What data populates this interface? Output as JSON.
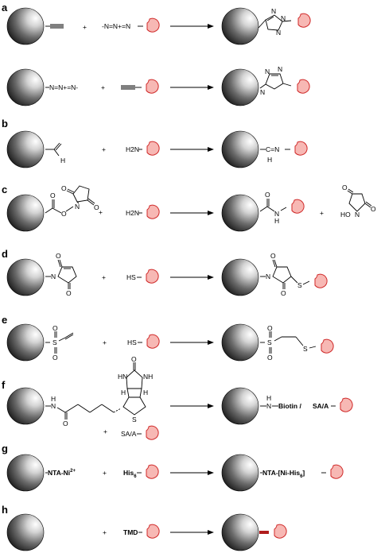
{
  "panels": [
    {
      "label": "a",
      "rows": [
        {
          "reagent": "",
          "plus": "+",
          "product": ""
        },
        {
          "reagent": "",
          "plus": "+",
          "product": ""
        }
      ],
      "azide_reagent": "-N=N+=N",
      "azide_bead": "N=N+=N-",
      "triazole_atoms": [
        "N",
        "N",
        "N"
      ]
    },
    {
      "label": "b",
      "plus": "+",
      "reagent": "H2N",
      "product_text": "C=N",
      "aldehyde_h": "H",
      "product_h": "H"
    },
    {
      "label": "c",
      "plus": "+",
      "reagent": "H2N",
      "byproduct_plus": "+",
      "ester_atoms": [
        "O",
        "O",
        "N",
        "O",
        "O"
      ],
      "amide_atoms": [
        "O",
        "N",
        "H"
      ],
      "nhs_atoms": [
        "O",
        "N",
        "HO",
        "O"
      ]
    },
    {
      "label": "d",
      "plus": "+",
      "reagent": "HS",
      "maleimide_atoms": [
        "O",
        "N",
        "O"
      ],
      "product_atoms": [
        "O",
        "N",
        "O",
        "S"
      ]
    },
    {
      "label": "e",
      "plus": "+",
      "reagent": "HS",
      "sulfone_atoms": [
        "S",
        "O",
        "O"
      ],
      "product_atoms": [
        "S",
        "O",
        "O",
        "S"
      ]
    },
    {
      "label": "f",
      "plus": "+",
      "reagent": "SA/A",
      "product_text": "Biotin /",
      "product_nh": "N",
      "product_h": "H",
      "product_tail": "SA/A",
      "biotin_atoms": [
        "O",
        "NH",
        "HN",
        "H",
        "H",
        "S",
        "N",
        "H",
        "O"
      ]
    },
    {
      "label": "g",
      "plus": "+",
      "bead_text": "NTA-Ni",
      "bead_sup": "2+",
      "reagent": "His",
      "reagent_sub": "6",
      "product_text": "NTA-[Ni-His",
      "product_sub": "6",
      "product_end": "]"
    },
    {
      "label": "h",
      "plus": "+",
      "reagent": "TMD"
    }
  ],
  "colors": {
    "protein_fill": "#f7b8b4",
    "protein_stroke": "#d02a2a",
    "tmd_bar": "#b01c1c",
    "bead_dark": "#111111",
    "bead_light": "#ffffff"
  }
}
